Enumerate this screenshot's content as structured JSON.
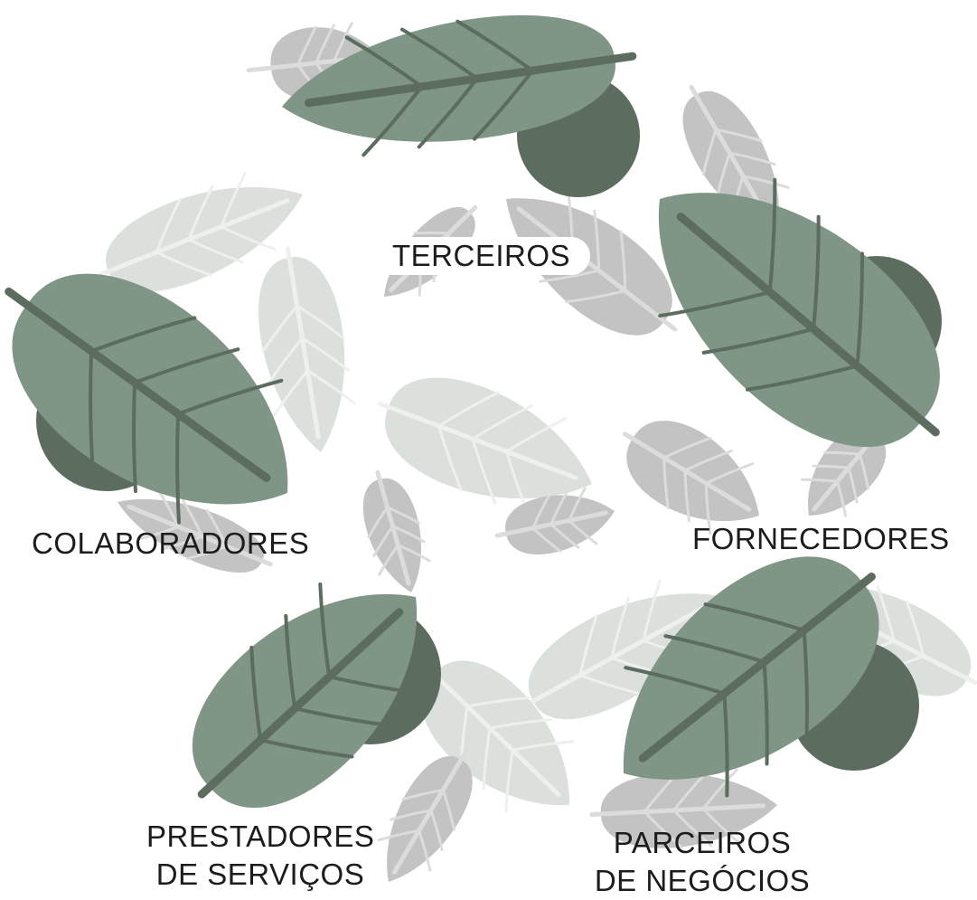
{
  "diagram": {
    "palette": {
      "leaf_dark": "#7f9586",
      "leaf_circle": "#5c6d60",
      "stem": "#5c6d60",
      "leaf_gray": "#c3c3c3",
      "leaf_light": "#dbe0dc",
      "text": "#1c1c1c",
      "background": "#ffffff"
    },
    "labels": {
      "terceiros": "TERCEIROS",
      "colaboradores": "COLABORADORES",
      "fornecedores": "FORNECEDORES",
      "prestadores_line1": "PRESTADORES",
      "prestadores_line2": "DE SERVIÇOS",
      "parceiros_line1": "PARCEIROS",
      "parceiros_line2": "DE NEGÓCIOS"
    }
  }
}
